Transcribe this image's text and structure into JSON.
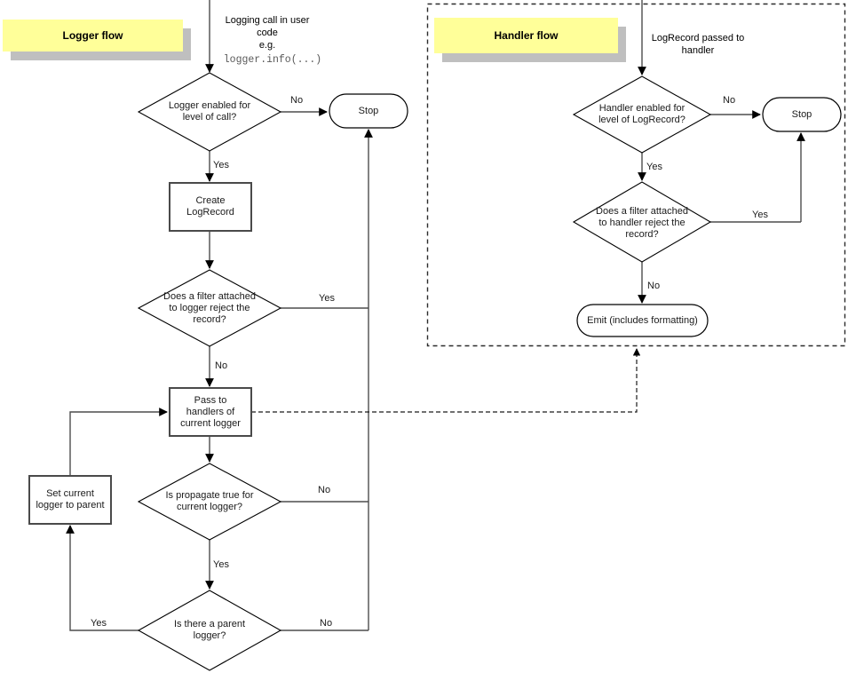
{
  "colors": {
    "note_bg": "#ffff99",
    "note_shadow": "#bfbfbf",
    "line": "#4d4d4d",
    "shape_border": "#000000"
  },
  "logger_flow": {
    "title": "Logger flow",
    "entry_text": "Logging call in user\ncode\ne.g.",
    "entry_code": "logger.info(...)",
    "nodes": {
      "enabled_decision": "Logger enabled for\nlevel of call?",
      "stop": "Stop",
      "create_logrecord": "Create\nLogRecord",
      "filter_decision": "Does a filter attached\nto logger reject the\nrecord?",
      "pass_handlers": "Pass to\nhandlers of\ncurrent logger",
      "propagate_decision": "Is propagate true for\ncurrent logger?",
      "parent_decision": "Is there a parent\nlogger?",
      "set_parent": "Set current\nlogger to parent"
    },
    "edge_labels": {
      "enabled_no": "No",
      "enabled_yes": "Yes",
      "filter_yes": "Yes",
      "filter_no": "No",
      "propagate_no": "No",
      "propagate_yes": "Yes",
      "parent_yes": "Yes",
      "parent_no": "No"
    }
  },
  "handler_flow": {
    "title": "Handler flow",
    "entry_text": "LogRecord passed to\nhandler",
    "nodes": {
      "enabled_decision": "Handler enabled for\nlevel of LogRecord?",
      "stop": "Stop",
      "filter_decision": "Does a filter attached\nto handler reject the\nrecord?",
      "emit": "Emit (includes formatting)"
    },
    "edge_labels": {
      "enabled_no": "No",
      "enabled_yes": "Yes",
      "filter_yes": "Yes",
      "filter_no": "No"
    }
  }
}
